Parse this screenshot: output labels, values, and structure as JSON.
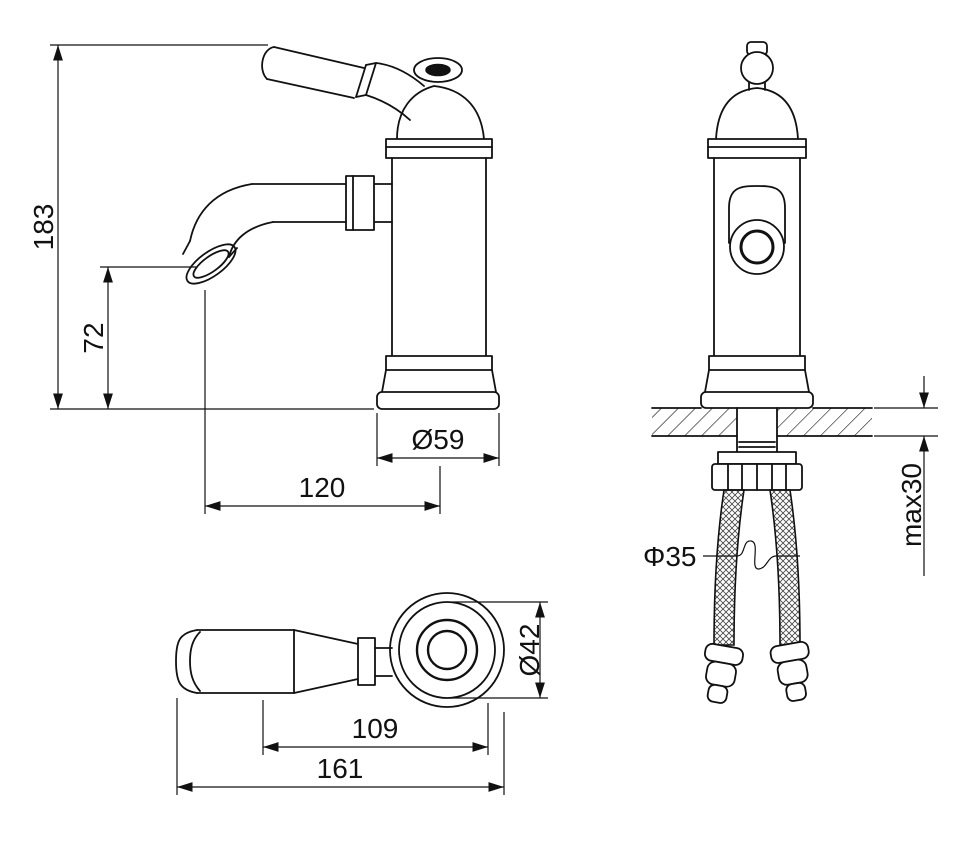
{
  "colors": {
    "line": "#111111",
    "background": "#ffffff"
  },
  "dims": {
    "overall_height": "183",
    "spout_height": "72",
    "base_diameter": "Ø59",
    "spout_reach": "120",
    "hole_diameter": "Φ35",
    "max_counter_thickness": "max30",
    "body_diameter": "Ø42",
    "handle_length": "109",
    "overall_length": "161"
  }
}
